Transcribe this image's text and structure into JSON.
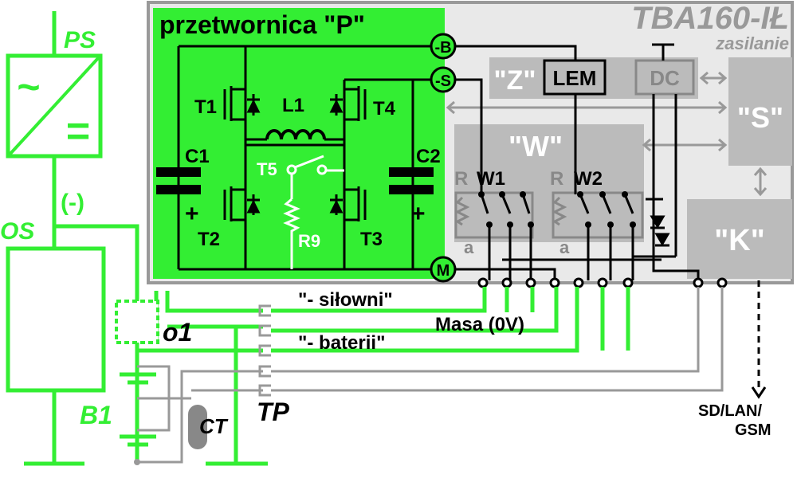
{
  "title": "TBA160-IŁ",
  "subtitle": "zasilanie",
  "converter": {
    "title": "przetwornica \"P\"",
    "labels": {
      "T1": "T1",
      "T2": "T2",
      "T3": "T3",
      "T4": "T4",
      "T5": "T5",
      "L1": "L1",
      "C1": "C1",
      "C2": "C2",
      "R9": "R9",
      "plus1": "+",
      "plus2": "+"
    },
    "terminals": {
      "b": "-B",
      "s": "-S",
      "m": "M"
    }
  },
  "blocks": {
    "z": "\"Z\"",
    "lem": "LEM",
    "dc": "DC",
    "s": "\"S\"",
    "w": "\"W\"",
    "k": "\"K\"",
    "w1": "W1",
    "w2": "W2",
    "r1": "R",
    "r2": "R",
    "a1": "a",
    "a2": "a"
  },
  "left": {
    "ps": "PS",
    "os": "OS",
    "minus": "(-)",
    "o1": "o1",
    "b1": "B1",
    "ct": "CT",
    "tp": "TP",
    "ac_symbol": "~",
    "dc_symbol": "="
  },
  "buses": {
    "silowni": "\"- siłowni\"",
    "masa": "Masa (0V)",
    "baterii": "\"- baterii\""
  },
  "comm": {
    "line1": "SD/LAN/",
    "line2": "GSM"
  },
  "colors": {
    "green": "#33ee33",
    "gray": "#999999",
    "lightgray": "#cccccc",
    "black": "#000000",
    "white": "#ffffff"
  }
}
